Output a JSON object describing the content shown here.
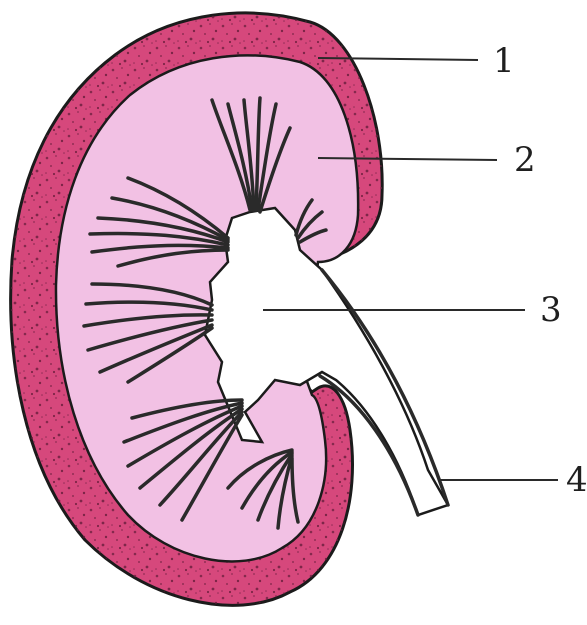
{
  "diagram": {
    "labels": [
      "1",
      "2",
      "3",
      "4"
    ],
    "colors": {
      "cortex": "#d6487c",
      "cortex_outline": "#1b1b1b",
      "medulla": "#f2c1e4",
      "sinus": "#ffffff",
      "line": "#2a2a2a"
    }
  }
}
